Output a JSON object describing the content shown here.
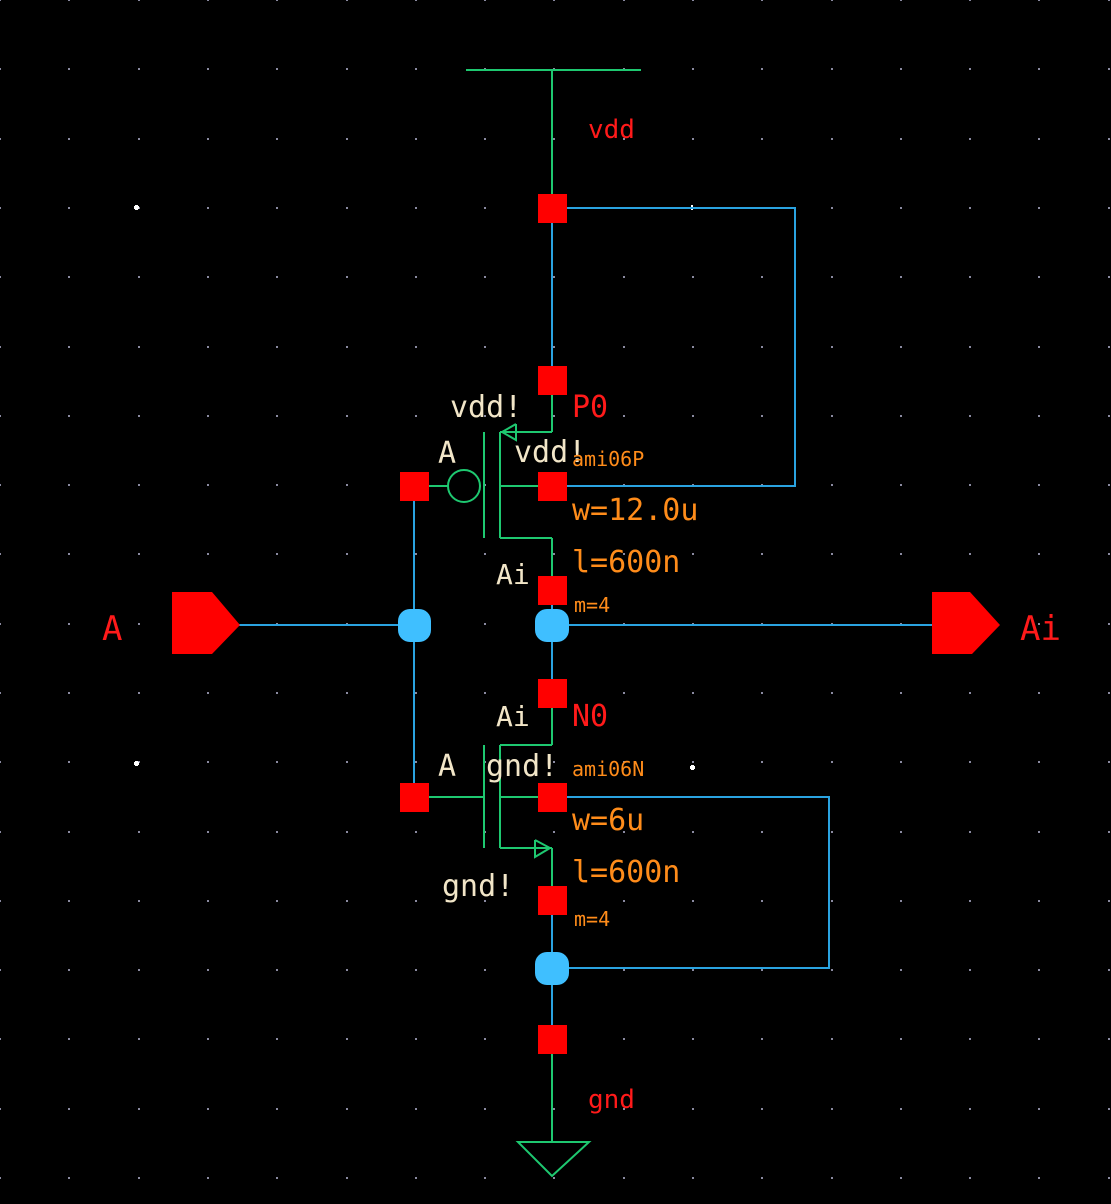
{
  "app": {
    "view": "schematic-editor-canvas"
  },
  "colors": {
    "background": "#000000",
    "wire": "#2aa3e0",
    "junction": "#3fbfff",
    "pin": "#ff0000",
    "symbol": "#1ec870",
    "net_label": "#ff1a1a",
    "pin_label": "#f2e6c8",
    "param_label": "#ff8c1a",
    "grid_dot": "#8a8aa0"
  },
  "power": {
    "vdd_label": "vdd",
    "gnd_label": "gnd"
  },
  "ports": {
    "input": {
      "name": "A",
      "direction": "input"
    },
    "output": {
      "name": "Ai",
      "direction": "output"
    }
  },
  "pmos": {
    "instance": "P0",
    "model": "ami06P",
    "w": "w=12.0u",
    "l": "l=600n",
    "m": "m=4",
    "gate_label": "A",
    "drain_label": "Ai",
    "source_label": "vdd!",
    "bulk_label": "vdd!"
  },
  "nmos": {
    "instance": "N0",
    "model": "ami06N",
    "w": "w=6u",
    "l": "l=600n",
    "m": "m=4",
    "gate_label": "A",
    "drain_label": "Ai",
    "source_label": "gnd!",
    "bulk_label": "gnd!"
  }
}
